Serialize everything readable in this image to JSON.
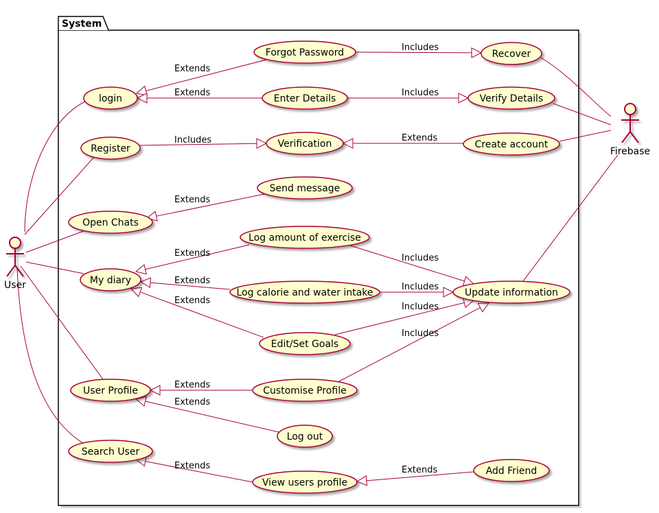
{
  "colors": {
    "line": "#A80036",
    "usecase_fill": "#FEFECE",
    "shadow": "#c8c8c8",
    "package_border": "#000000"
  },
  "package": {
    "label": "System"
  },
  "actors": [
    {
      "id": "user",
      "label": "User"
    },
    {
      "id": "firebase",
      "label": "Firebase"
    }
  ],
  "usecases": [
    {
      "id": "login",
      "label": "login"
    },
    {
      "id": "register",
      "label": "Register"
    },
    {
      "id": "open_chats",
      "label": "Open Chats"
    },
    {
      "id": "my_diary",
      "label": "My diary"
    },
    {
      "id": "user_profile",
      "label": "User Profile"
    },
    {
      "id": "search_user",
      "label": "Search User"
    },
    {
      "id": "forgot_password",
      "label": "Forgot Password"
    },
    {
      "id": "enter_details",
      "label": "Enter Details"
    },
    {
      "id": "verification",
      "label": "Verification"
    },
    {
      "id": "send_message",
      "label": "Send message"
    },
    {
      "id": "log_exercise",
      "label": "Log amount of exercise"
    },
    {
      "id": "log_calorie",
      "label": "Log calorie and water intake"
    },
    {
      "id": "edit_goals",
      "label": "Edit/Set Goals"
    },
    {
      "id": "customise_profile",
      "label": "Customise Profile"
    },
    {
      "id": "log_out",
      "label": "Log out"
    },
    {
      "id": "view_profile",
      "label": "View users profile"
    },
    {
      "id": "recover",
      "label": "Recover"
    },
    {
      "id": "verify_details",
      "label": "Verify Details"
    },
    {
      "id": "create_account",
      "label": "Create account"
    },
    {
      "id": "update_info",
      "label": "Update information"
    },
    {
      "id": "add_friend",
      "label": "Add Friend"
    }
  ],
  "associations": [
    {
      "from": "user",
      "to": "login"
    },
    {
      "from": "user",
      "to": "register"
    },
    {
      "from": "user",
      "to": "open_chats"
    },
    {
      "from": "user",
      "to": "my_diary"
    },
    {
      "from": "user",
      "to": "user_profile"
    },
    {
      "from": "user",
      "to": "search_user"
    },
    {
      "from": "firebase",
      "to": "recover"
    },
    {
      "from": "firebase",
      "to": "verify_details"
    },
    {
      "from": "firebase",
      "to": "create_account"
    },
    {
      "from": "firebase",
      "to": "update_info"
    }
  ],
  "relations": [
    {
      "from": "forgot_password",
      "to": "login",
      "label": "Extends"
    },
    {
      "from": "enter_details",
      "to": "login",
      "label": "Extends"
    },
    {
      "from": "register",
      "to": "verification",
      "label": "Includes"
    },
    {
      "from": "create_account",
      "to": "verification",
      "label": "Extends"
    },
    {
      "from": "forgot_password",
      "to": "recover",
      "label": "Includes"
    },
    {
      "from": "enter_details",
      "to": "verify_details",
      "label": "Includes"
    },
    {
      "from": "send_message",
      "to": "open_chats",
      "label": "Extends"
    },
    {
      "from": "log_exercise",
      "to": "my_diary",
      "label": "Extends"
    },
    {
      "from": "log_calorie",
      "to": "my_diary",
      "label": "Extends"
    },
    {
      "from": "edit_goals",
      "to": "my_diary",
      "label": "Extends"
    },
    {
      "from": "log_exercise",
      "to": "update_info",
      "label": "Includes"
    },
    {
      "from": "log_calorie",
      "to": "update_info",
      "label": "Includes"
    },
    {
      "from": "edit_goals",
      "to": "update_info",
      "label": "Includes"
    },
    {
      "from": "customise_profile",
      "to": "update_info",
      "label": "Includes"
    },
    {
      "from": "customise_profile",
      "to": "user_profile",
      "label": "Extends"
    },
    {
      "from": "log_out",
      "to": "user_profile",
      "label": "Extends"
    },
    {
      "from": "view_profile",
      "to": "search_user",
      "label": "Extends"
    },
    {
      "from": "add_friend",
      "to": "view_profile",
      "label": "Extends"
    }
  ]
}
